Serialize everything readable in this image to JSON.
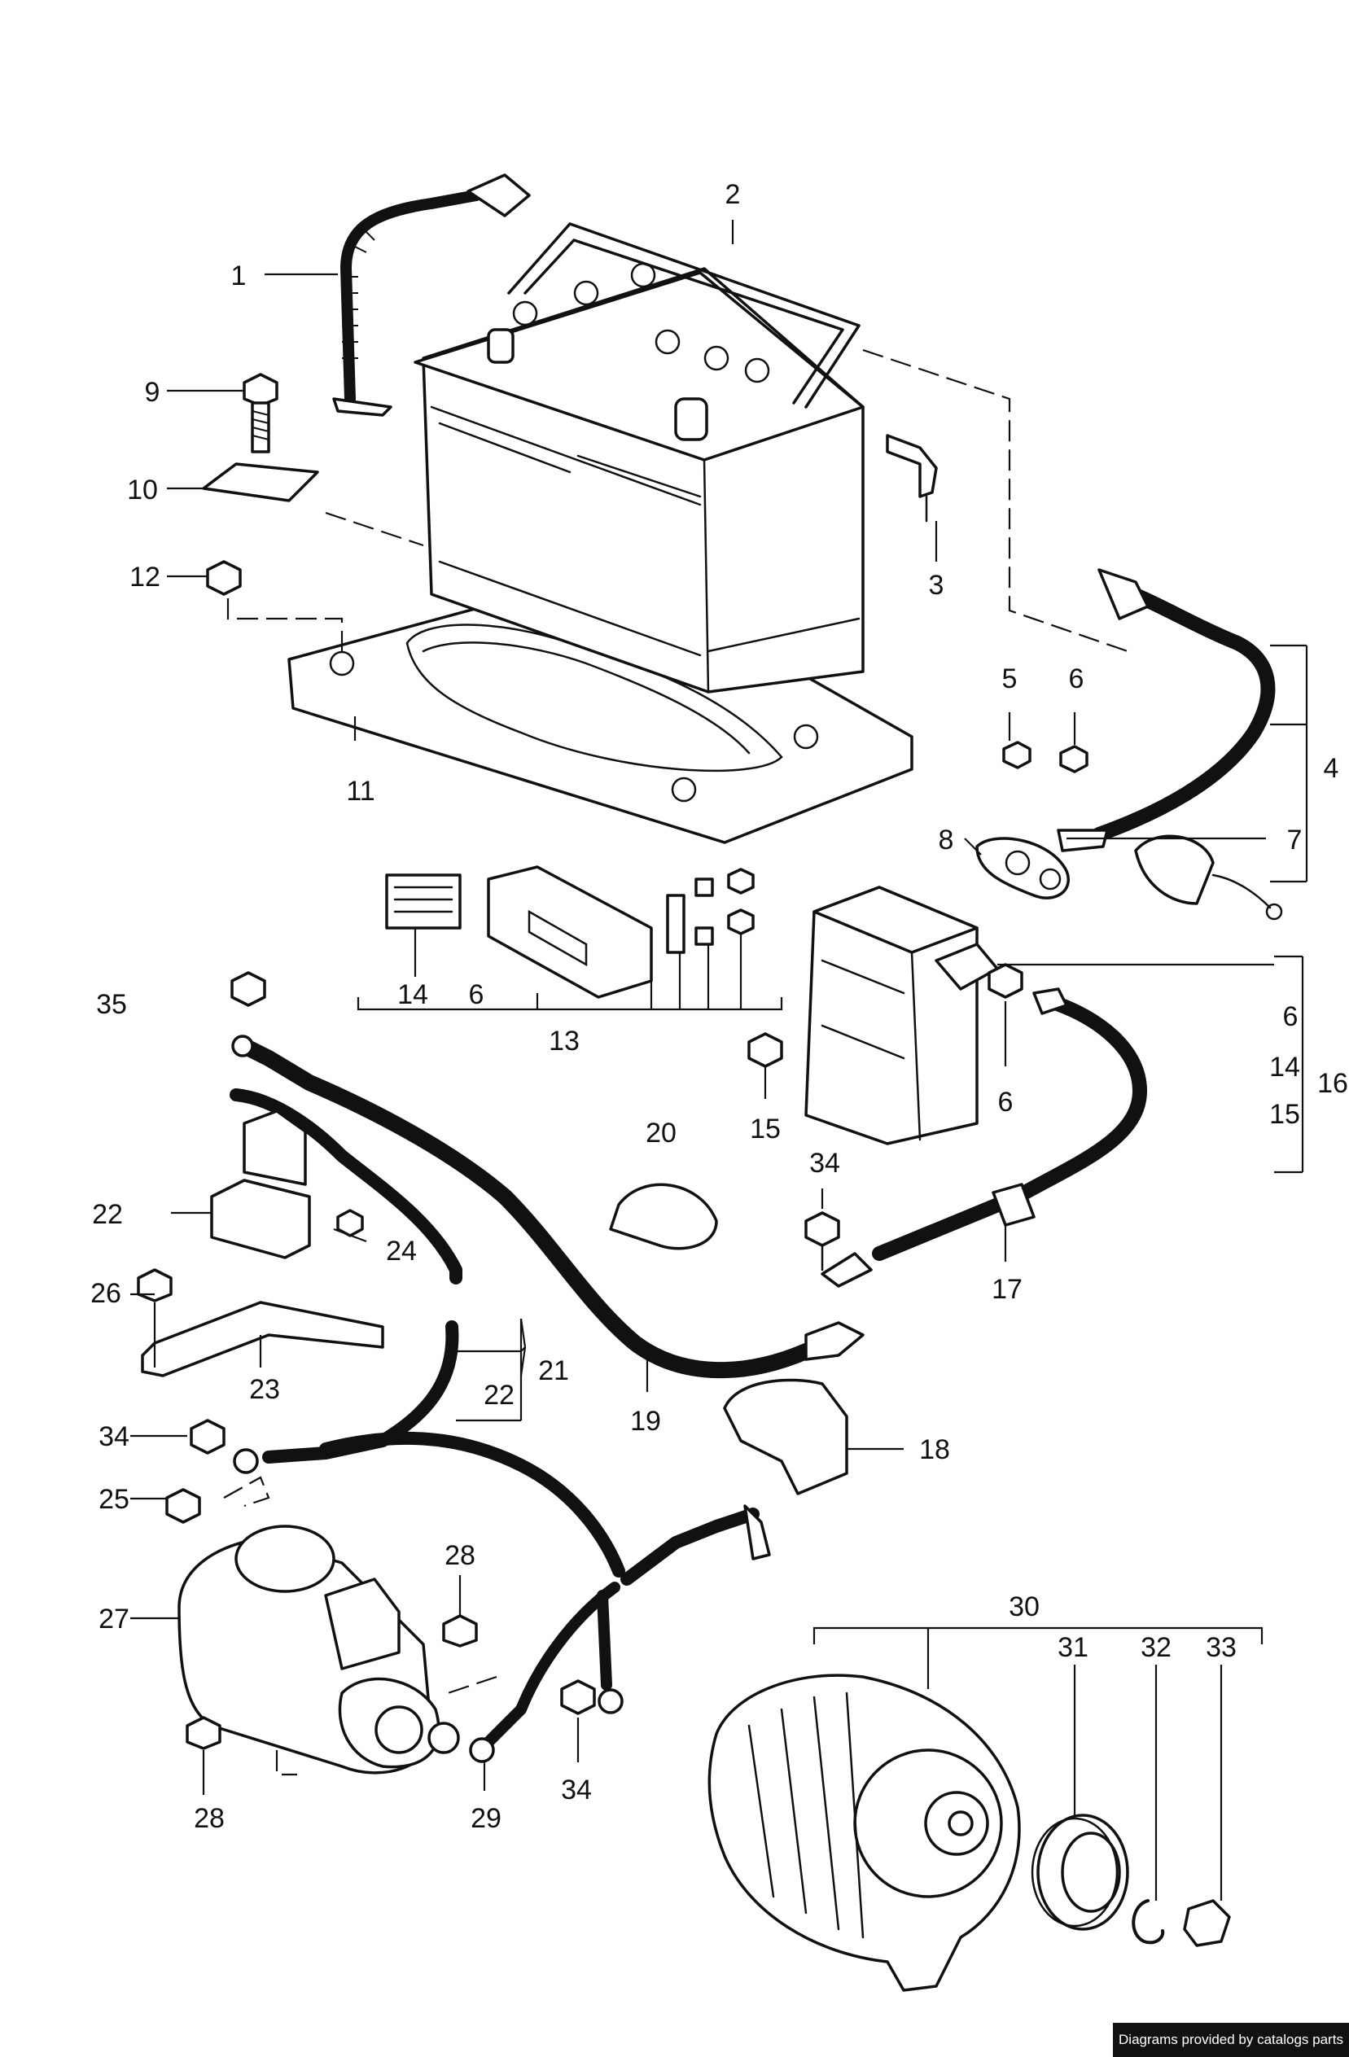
{
  "callouts": [
    "1",
    "2",
    "3",
    "4",
    "5",
    "6",
    "7",
    "8",
    "9",
    "10",
    "11",
    "12",
    "13",
    "14",
    "15",
    "16",
    "17",
    "18",
    "19",
    "20",
    "21",
    "22",
    "23",
    "24",
    "25",
    "26",
    "27",
    "28",
    "29",
    "30",
    "31",
    "32",
    "33",
    "34",
    "35"
  ],
  "credit": "Diagrams provided by catalogs parts"
}
